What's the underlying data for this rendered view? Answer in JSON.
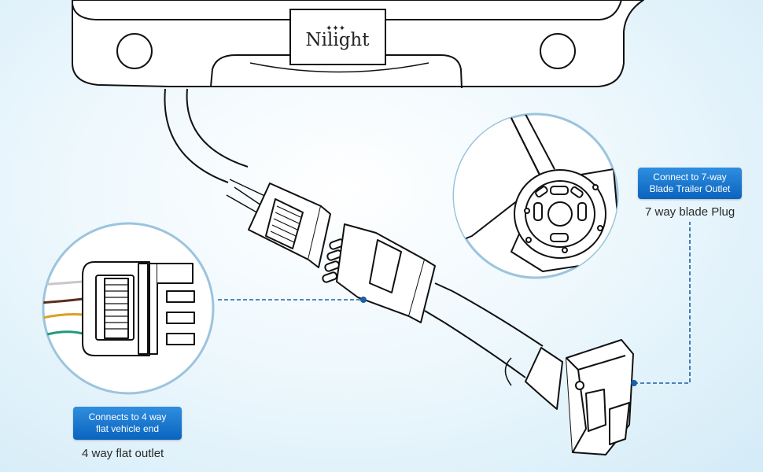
{
  "brand": {
    "logo_text": "Nilight"
  },
  "callouts": {
    "seven_way": {
      "badge_lines": [
        "Connect to 7-way",
        "Blade Trailer Outlet"
      ],
      "caption": "7 way blade Plug"
    },
    "four_way": {
      "badge_lines": [
        "Connects to 4 way",
        "flat vehicle end"
      ],
      "caption": "4 way flat outlet"
    }
  },
  "colors": {
    "badge": "#1275d0",
    "leader_line": "#1a5fa8",
    "outline": "#111111",
    "wire_white": "#c8c8c8",
    "wire_brown": "#5a2d1a",
    "wire_yellow": "#d9a21e",
    "wire_green": "#1f9a7a"
  }
}
